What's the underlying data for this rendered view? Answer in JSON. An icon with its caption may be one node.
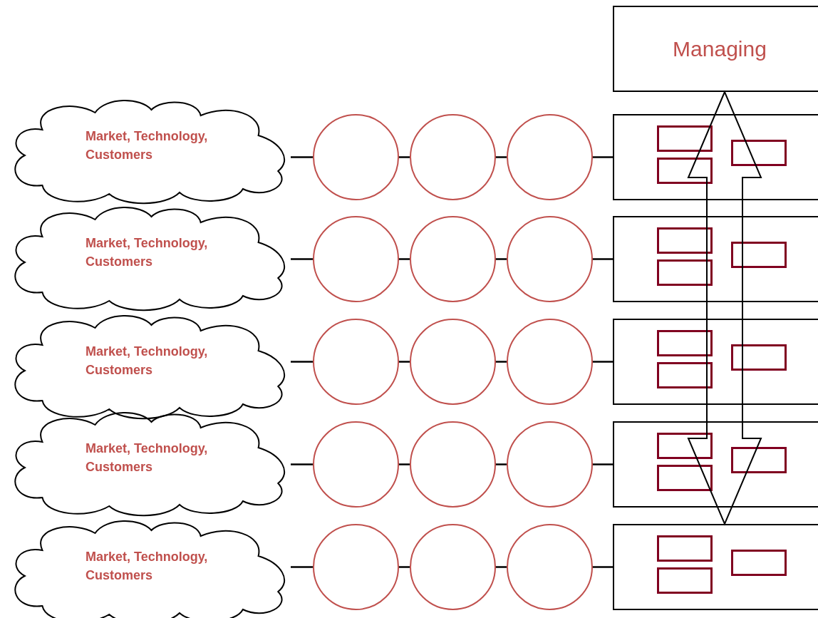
{
  "diagram": {
    "nodes": [
      {
        "text": [
          "Managing"
        ]
      },
      {
        "text": [
          "Market, Technology, Customers"
        ]
      },
      {
        "text": [],
        "shape": "circle"
      },
      {
        "text": [],
        "shape": "circle"
      },
      {
        "text": [],
        "shape": "circle"
      },
      {
        "text": [],
        "shape": "box"
      },
      {
        "text": [],
        "shape": "box",
        "in": 5
      },
      {
        "text": [],
        "shape": "box",
        "in": 5
      },
      {
        "text": [],
        "shape": "box",
        "in": 5
      },
      {
        "text": [
          "Market, Technology, Customers"
        ]
      },
      {
        "text": [],
        "shape": "circle"
      },
      {
        "text": [],
        "shape": "circle"
      },
      {
        "text": [],
        "shape": "circle"
      },
      {
        "text": [],
        "shape": "box"
      },
      {
        "text": [],
        "shape": "box",
        "in": 13
      },
      {
        "text": [],
        "shape": "box",
        "in": 13
      },
      {
        "text": [],
        "shape": "box",
        "in": 13
      },
      {
        "text": [
          "Market, Technology, Customers"
        ]
      },
      {
        "text": [],
        "shape": "circle"
      },
      {
        "text": [],
        "shape": "circle"
      },
      {
        "text": [],
        "shape": "circle"
      },
      {
        "text": [],
        "shape": "box"
      },
      {
        "text": [],
        "shape": "box",
        "in": 21
      },
      {
        "text": [],
        "shape": "box",
        "in": 21
      },
      {
        "text": [],
        "shape": "box",
        "in": 21
      },
      {
        "text": [
          "Market, Technology, Customers"
        ]
      },
      {
        "text": [],
        "shape": "circle"
      },
      {
        "text": [],
        "shape": "circle"
      },
      {
        "text": [],
        "shape": "circle"
      },
      {
        "text": [],
        "shape": "box"
      },
      {
        "text": [],
        "shape": "box",
        "in": 29
      },
      {
        "text": [],
        "shape": "box",
        "in": 29
      },
      {
        "text": [],
        "shape": "box",
        "in": 29
      },
      {
        "text": [
          "Market, Technology, Customers"
        ]
      },
      {
        "text": [],
        "shape": "circle"
      },
      {
        "text": [],
        "shape": "circle"
      },
      {
        "text": [],
        "shape": "circle"
      },
      {
        "text": [],
        "shape": "box"
      },
      {
        "text": [],
        "shape": "box",
        "in": 37
      },
      {
        "text": [],
        "shape": "box",
        "in": 37
      },
      {
        "text": [],
        "shape": "box",
        "in": 37
      }
    ],
    "edges": [
      {
        "from": 1,
        "to": 2,
        "arrow": "none"
      },
      {
        "from": 2,
        "to": 3,
        "arrow": "none"
      },
      {
        "from": 3,
        "to": 4,
        "arrow": "none"
      },
      {
        "from": 4,
        "to": 5,
        "arrow": "none"
      },
      {
        "from": 9,
        "to": 10,
        "arrow": "none"
      },
      {
        "from": 10,
        "to": 11,
        "arrow": "none"
      },
      {
        "from": 11,
        "to": 12,
        "arrow": "none"
      },
      {
        "from": 12,
        "to": 13,
        "arrow": "none"
      },
      {
        "from": 17,
        "to": 18,
        "arrow": "none"
      },
      {
        "from": 18,
        "to": 19,
        "arrow": "none"
      },
      {
        "from": 19,
        "to": 20,
        "arrow": "none"
      },
      {
        "from": 20,
        "to": 21,
        "arrow": "none"
      },
      {
        "from": 25,
        "to": 26,
        "arrow": "none"
      },
      {
        "from": 26,
        "to": 27,
        "arrow": "none"
      },
      {
        "from": 27,
        "to": 28,
        "arrow": "none"
      },
      {
        "from": 28,
        "to": 29,
        "arrow": "none"
      },
      {
        "from": 33,
        "to": 34,
        "arrow": "none"
      },
      {
        "from": 34,
        "to": 35,
        "arrow": "none"
      },
      {
        "from": 35,
        "to": 36,
        "arrow": "none"
      },
      {
        "from": 36,
        "to": 37,
        "arrow": "none"
      },
      {
        "from": 0,
        "to": 37,
        "arrow": "both",
        "style": "thick"
      }
    ]
  }
}
